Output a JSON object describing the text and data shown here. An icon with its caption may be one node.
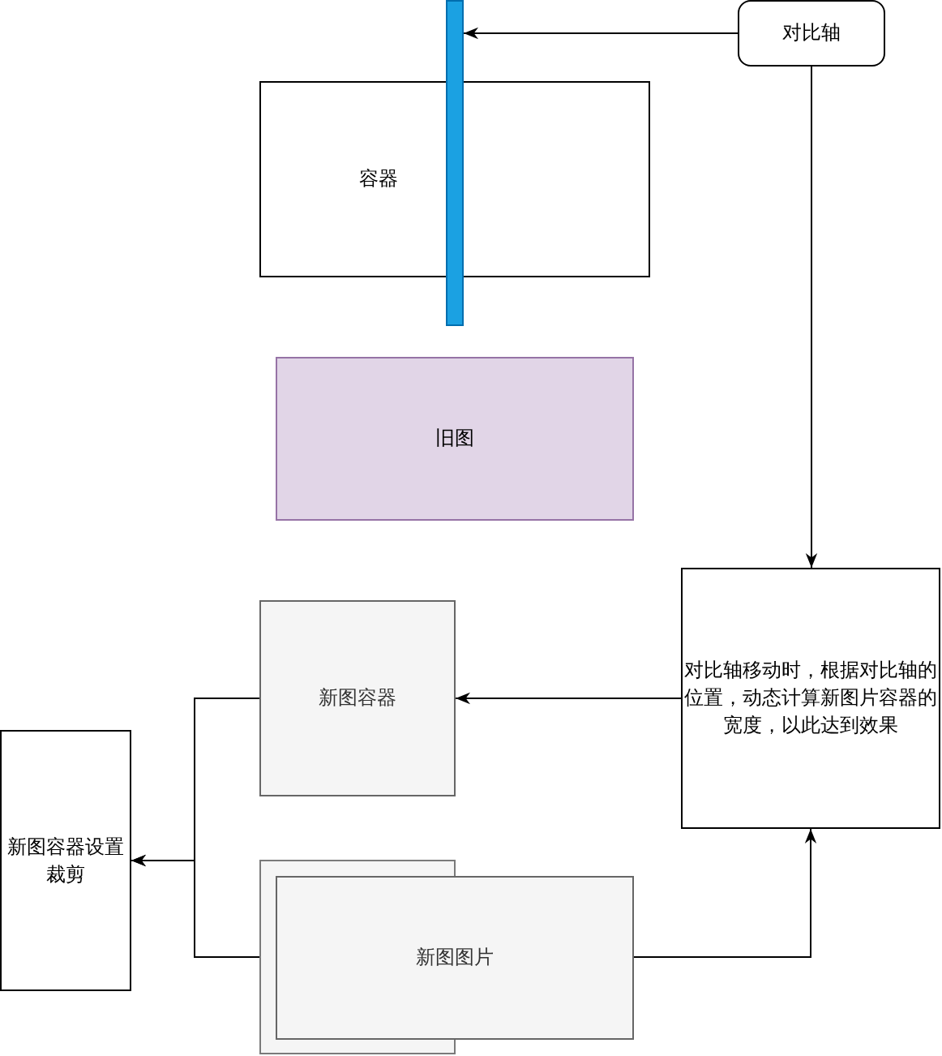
{
  "diagram": {
    "nodes": [
      {
        "text": [],
        "shape": "bar"
      },
      {
        "text": [
          "对比轴"
        ]
      },
      {
        "text": [
          "容器"
        ]
      },
      {
        "text": [
          "旧图"
        ]
      },
      {
        "text": [
          "对比轴移动时，根据对比轴的位置，动态计算新图片容器的宽度，以此达到效果"
        ]
      },
      {
        "text": [
          "新图容器"
        ]
      },
      {
        "text": [
          "新图容器设置裁剪"
        ]
      },
      {
        "text": [
          "新图图片"
        ]
      }
    ],
    "edges": [
      {
        "from": 1,
        "to": 0,
        "arrow": "to"
      },
      {
        "from": 1,
        "to": 4,
        "arrow": "to"
      },
      {
        "from": 4,
        "to": 5,
        "arrow": "to"
      },
      {
        "from": 5,
        "to": 6,
        "arrow": "to"
      },
      {
        "from": 7,
        "to": 6,
        "arrow": "to"
      },
      {
        "from": 7,
        "to": 4,
        "arrow": "to"
      }
    ]
  }
}
